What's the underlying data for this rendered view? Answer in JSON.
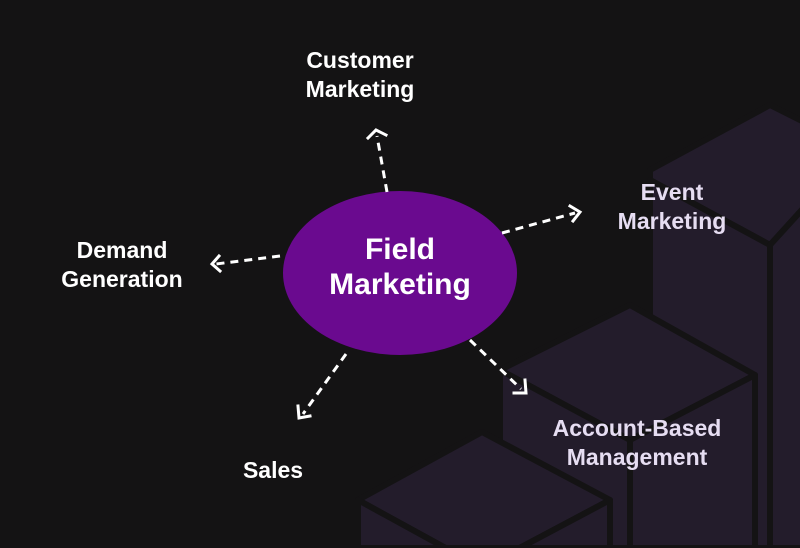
{
  "colors": {
    "background": "#141314",
    "center_fill": "#6a0a8f",
    "arrow": "#ffffff",
    "label_white": "#ffffff",
    "label_lavender": "#e6ddf2",
    "block_face": "#231c2b",
    "block_edge": "#141314"
  },
  "center": {
    "line1": "Field",
    "line2": "Marketing"
  },
  "nodes": {
    "customer_marketing": {
      "line1": "Customer",
      "line2": "Marketing"
    },
    "event_marketing": {
      "line1": "Event",
      "line2": "Marketing"
    },
    "demand_generation": {
      "line1": "Demand",
      "line2": "Generation"
    },
    "sales": {
      "line1": "Sales"
    },
    "account_based_management": {
      "line1": "Account-Based",
      "line2": "Management"
    }
  }
}
